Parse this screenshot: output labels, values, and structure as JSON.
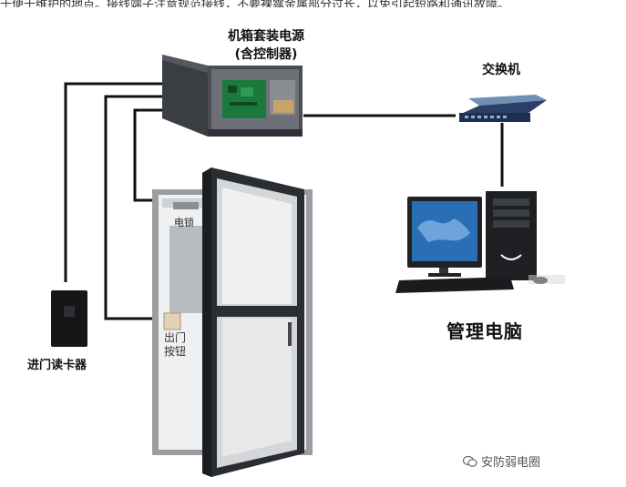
{
  "top_text": "于便于维护的地点。接线端子注意规范接线，不要裸露金属部分过长，以免引起短路和通讯故障。",
  "labels": {
    "power_line1": "机箱套装电源",
    "power_line2": "(含控制器)",
    "switch": "交换机",
    "card_reader": "进门读卡器",
    "pc": "管理电脑",
    "lock": "电锁",
    "exit_button_line1": "出门",
    "exit_button_line2": "按钮"
  },
  "watermark": {
    "text": "安防弱电圈",
    "icon": "wechat-icon"
  },
  "colors": {
    "wire": "#111111",
    "door_frame": "#2a2e33",
    "glass": "#d8dadb",
    "panel": "#1a7a3c",
    "screen": "#2a6fb5"
  }
}
